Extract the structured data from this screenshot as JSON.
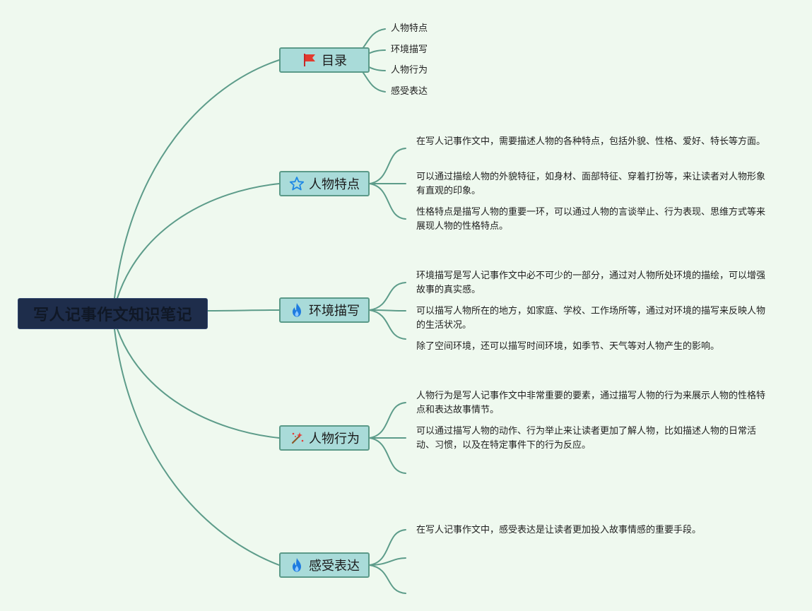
{
  "root": {
    "title": "写人记事作文知识笔记"
  },
  "branches": [
    {
      "label": "目录",
      "icon": "red-flag-icon",
      "toc": [
        "人物特点",
        "环境描写",
        "人物行为",
        "感受表达"
      ]
    },
    {
      "label": "人物特点",
      "icon": "star-outline-icon",
      "notes": [
        "在写人记事作文中，需要描述人物的各种特点，包括外貌、性格、爱好、特长等方面。",
        "可以通过描绘人物的外貌特征，如身材、面部特征、穿着打扮等，来让读者对人物形象有直观的印象。",
        "性格特点是描写人物的重要一环，可以通过人物的言谈举止、行为表现、思维方式等来展现人物的性格特点。"
      ]
    },
    {
      "label": "环境描写",
      "icon": "fire-icon",
      "notes": [
        "环境描写是写人记事作文中必不可少的一部分，通过对人物所处环境的描绘，可以增强故事的真实感。",
        "可以描写人物所在的地方，如家庭、学校、工作场所等，通过对环境的描写来反映人物的生活状况。",
        "除了空间环境，还可以描写时间环境，如季节、天气等对人物产生的影响。"
      ]
    },
    {
      "label": "人物行为",
      "icon": "magic-wand-icon",
      "notes": [
        "人物行为是写人记事作文中非常重要的要素，通过描写人物的行为来展示人物的性格特点和表达故事情节。",
        "可以通过描写人物的动作、行为举止来让读者更加了解人物，比如描述人物的日常活动、习惯，以及在特定事件下的行为反应。"
      ]
    },
    {
      "label": "感受表达",
      "icon": "fire-icon",
      "notes": [
        "在写人记事作文中，感受表达是让读者更加投入故事情感的重要手段。"
      ]
    }
  ],
  "colors": {
    "background": "#eff9ef",
    "root_fill": "#1e2d4b",
    "branch_fill": "#a9dbd9",
    "branch_border": "#5b9a89",
    "connector": "#5d9c8a",
    "flag": "#e23a2e",
    "star": "#1e88e5",
    "fire": "#1e7be0"
  }
}
